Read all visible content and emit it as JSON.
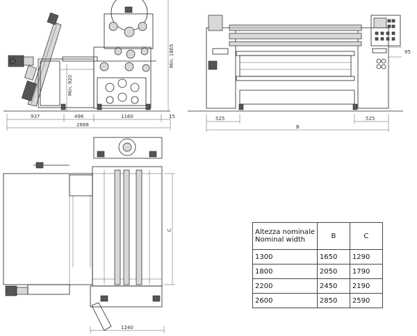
{
  "dimensions": {
    "side_view": {
      "d937": "937",
      "d496": "496",
      "d1160": "1160",
      "d15": "15",
      "total": "2668",
      "height_min": "Min. 1865",
      "height_mid": "Min. 920"
    },
    "front_view": {
      "left": "525",
      "right": "525",
      "width": "B",
      "d95": "95"
    },
    "top_view": {
      "depth": "C",
      "width": "1240"
    }
  },
  "table": {
    "header_label_it": "Altezza nominale",
    "header_label_en": "Nominal width",
    "col_b": "B",
    "col_c": "C",
    "rows": [
      {
        "nominal": "1300",
        "b": "1650",
        "c": "1290"
      },
      {
        "nominal": "1800",
        "b": "2050",
        "c": "1790"
      },
      {
        "nominal": "2200",
        "b": "2450",
        "c": "2190"
      },
      {
        "nominal": "2600",
        "b": "2850",
        "c": "2590"
      }
    ]
  }
}
